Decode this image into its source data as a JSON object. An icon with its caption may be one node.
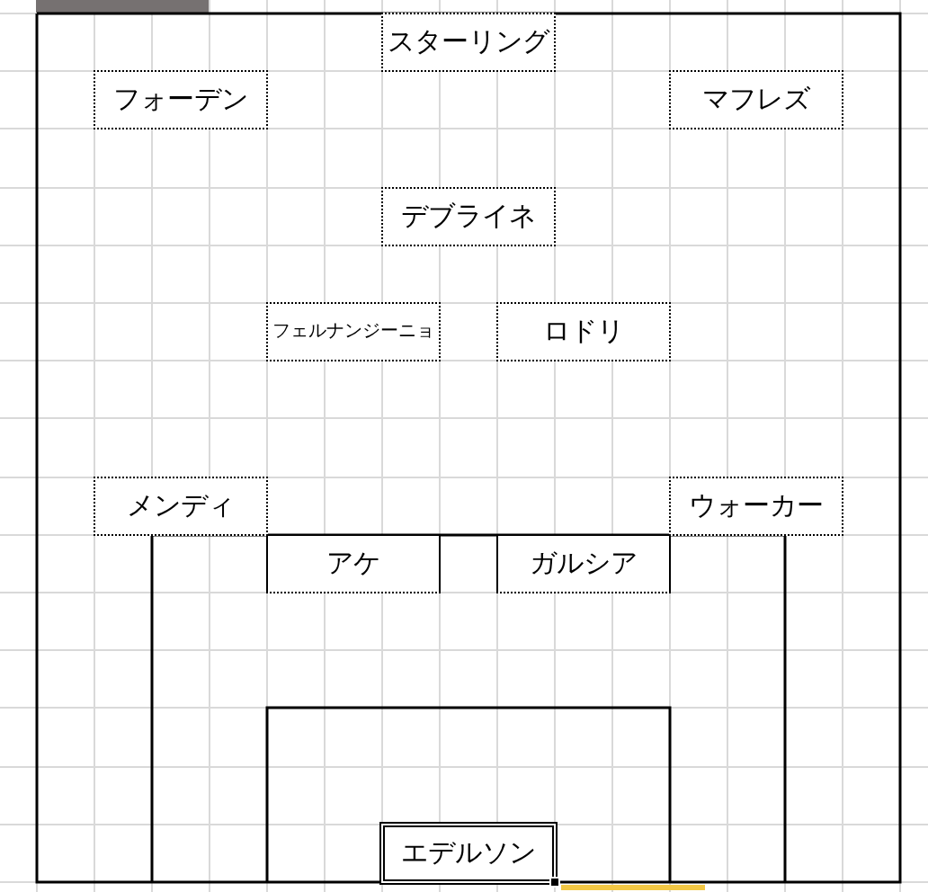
{
  "diagram": {
    "nodes": [
      {
        "text": [
          "スターリング"
        ]
      },
      {
        "text": [
          "フォーデン"
        ]
      },
      {
        "text": [
          "マフレズ"
        ]
      },
      {
        "text": [
          "デブライネ"
        ]
      },
      {
        "text": [
          "フェルナンジーニョ"
        ]
      },
      {
        "text": [
          "ロドリ"
        ]
      },
      {
        "text": [
          "メンディ"
        ]
      },
      {
        "text": [
          "ウォーカー"
        ]
      },
      {
        "text": [
          "アケ"
        ]
      },
      {
        "text": [
          "ガルシア"
        ]
      },
      {
        "text": [
          "エデルソン"
        ]
      }
    ]
  }
}
